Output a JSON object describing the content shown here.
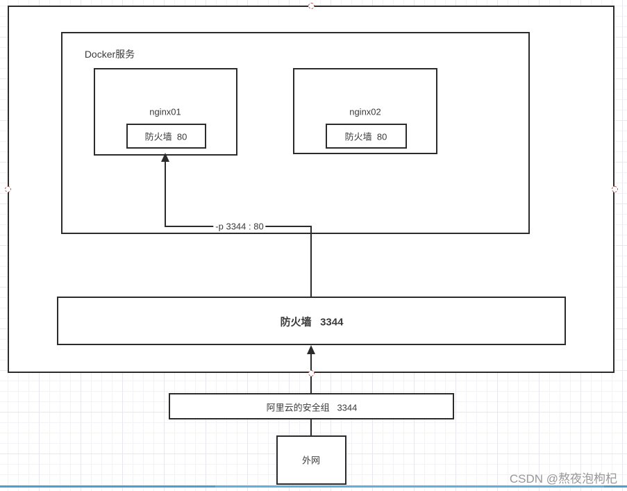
{
  "diagram": {
    "docker_label": "Docker服务",
    "nginx01_label": "nginx01",
    "nginx01_port": "防火墙  80",
    "nginx02_label": "nginx02",
    "nginx02_port": "防火墙  80",
    "port_mapping_label": "-p 3344 : 80",
    "firewall_label": "防火墙   3344",
    "security_group_label": "阿里云的安全组   3344",
    "external_label": "外网"
  },
  "watermark": "CSDN @熬夜泡枸杞",
  "colors": {
    "shape_border": "#2b2b2b",
    "text": "#3a3a3a",
    "selection_handle_stroke": "#b2514e",
    "progress_bar": "#4aa0d2",
    "grid_minor": "#f2f3f6",
    "grid_major": "#e6e8ed"
  }
}
